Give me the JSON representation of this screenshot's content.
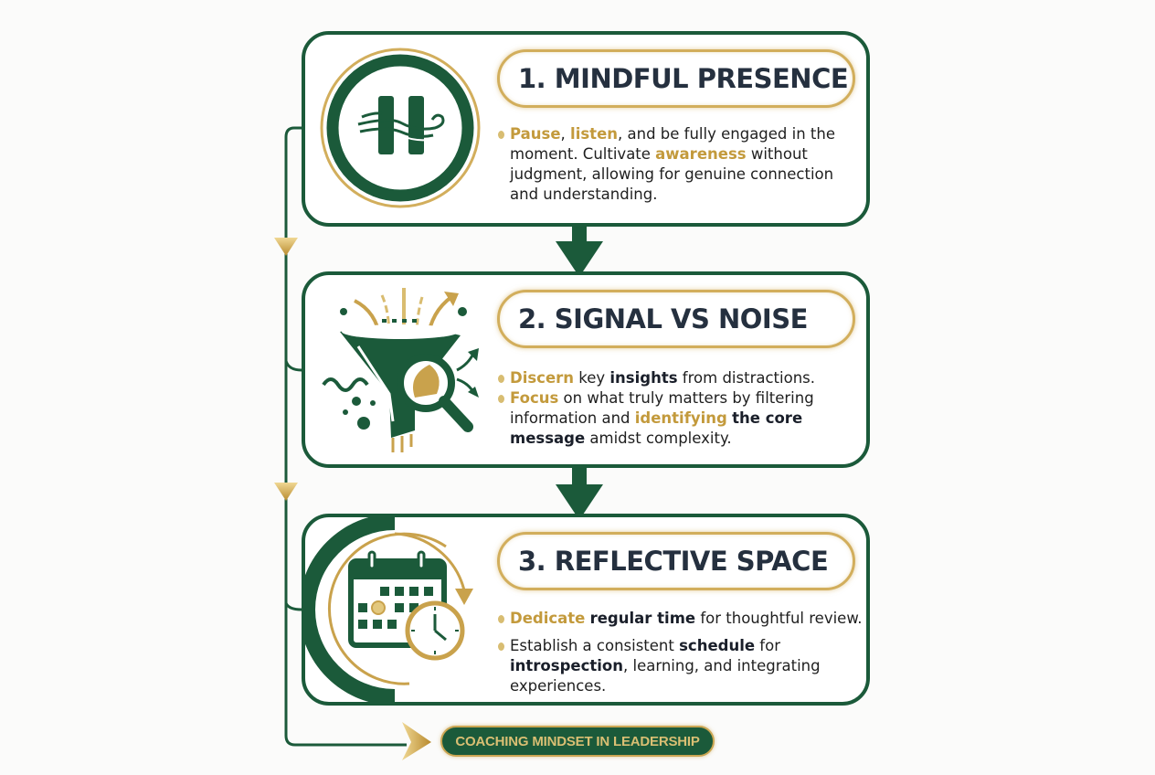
{
  "colors": {
    "primary_green": "#1b5a3a",
    "gold": "#c39a3c",
    "title_text": "#25303f",
    "background": "#fbfbfa"
  },
  "steps": [
    {
      "number": "1",
      "title": "1. MINDFUL PRESENCE",
      "icon": "wind-h-emblem-icon",
      "bullets": [
        {
          "segments": [
            {
              "text": "Pause",
              "style": "gold"
            },
            {
              "text": ", ",
              "style": "normal"
            },
            {
              "text": "listen",
              "style": "gold"
            },
            {
              "text": ", and be fully engaged in the moment. Cultivate ",
              "style": "normal"
            },
            {
              "text": "awareness",
              "style": "gold"
            },
            {
              "text": " without judgment, allowing for genuine connection and understanding.",
              "style": "normal"
            }
          ]
        }
      ]
    },
    {
      "number": "2",
      "title": "2. SIGNAL VS NOISE",
      "icon": "funnel-magnifier-icon",
      "bullets": [
        {
          "segments": [
            {
              "text": "Discern",
              "style": "gold"
            },
            {
              "text": " key ",
              "style": "normal"
            },
            {
              "text": "insights",
              "style": "bold"
            },
            {
              "text": " from distractions.",
              "style": "normal"
            }
          ]
        },
        {
          "segments": [
            {
              "text": "Focus",
              "style": "gold"
            },
            {
              "text": " on what truly matters by filtering information and ",
              "style": "normal"
            },
            {
              "text": "identifying",
              "style": "gold"
            },
            {
              "text": " ",
              "style": "normal"
            },
            {
              "text": "the core message",
              "style": "bold"
            },
            {
              "text": " amidst complexity.",
              "style": "normal"
            }
          ]
        }
      ]
    },
    {
      "number": "3",
      "title": "3. REFLECTIVE SPACE",
      "icon": "calendar-clock-icon",
      "bullets": [
        {
          "segments": [
            {
              "text": "Dedicate",
              "style": "gold"
            },
            {
              "text": " ",
              "style": "normal"
            },
            {
              "text": "regular time",
              "style": "bold"
            },
            {
              "text": " for thoughtful review.",
              "style": "normal"
            }
          ]
        },
        {
          "segments": [
            {
              "text": "Establish a consistent ",
              "style": "normal"
            },
            {
              "text": "schedule",
              "style": "bold"
            },
            {
              "text": " for ",
              "style": "normal"
            },
            {
              "text": "introspection",
              "style": "bold"
            },
            {
              "text": ", learning, and integrating experiences.",
              "style": "normal"
            }
          ]
        }
      ]
    }
  ],
  "footer_badge": {
    "label": "COACHING MINDSET IN LEADERSHIP"
  }
}
